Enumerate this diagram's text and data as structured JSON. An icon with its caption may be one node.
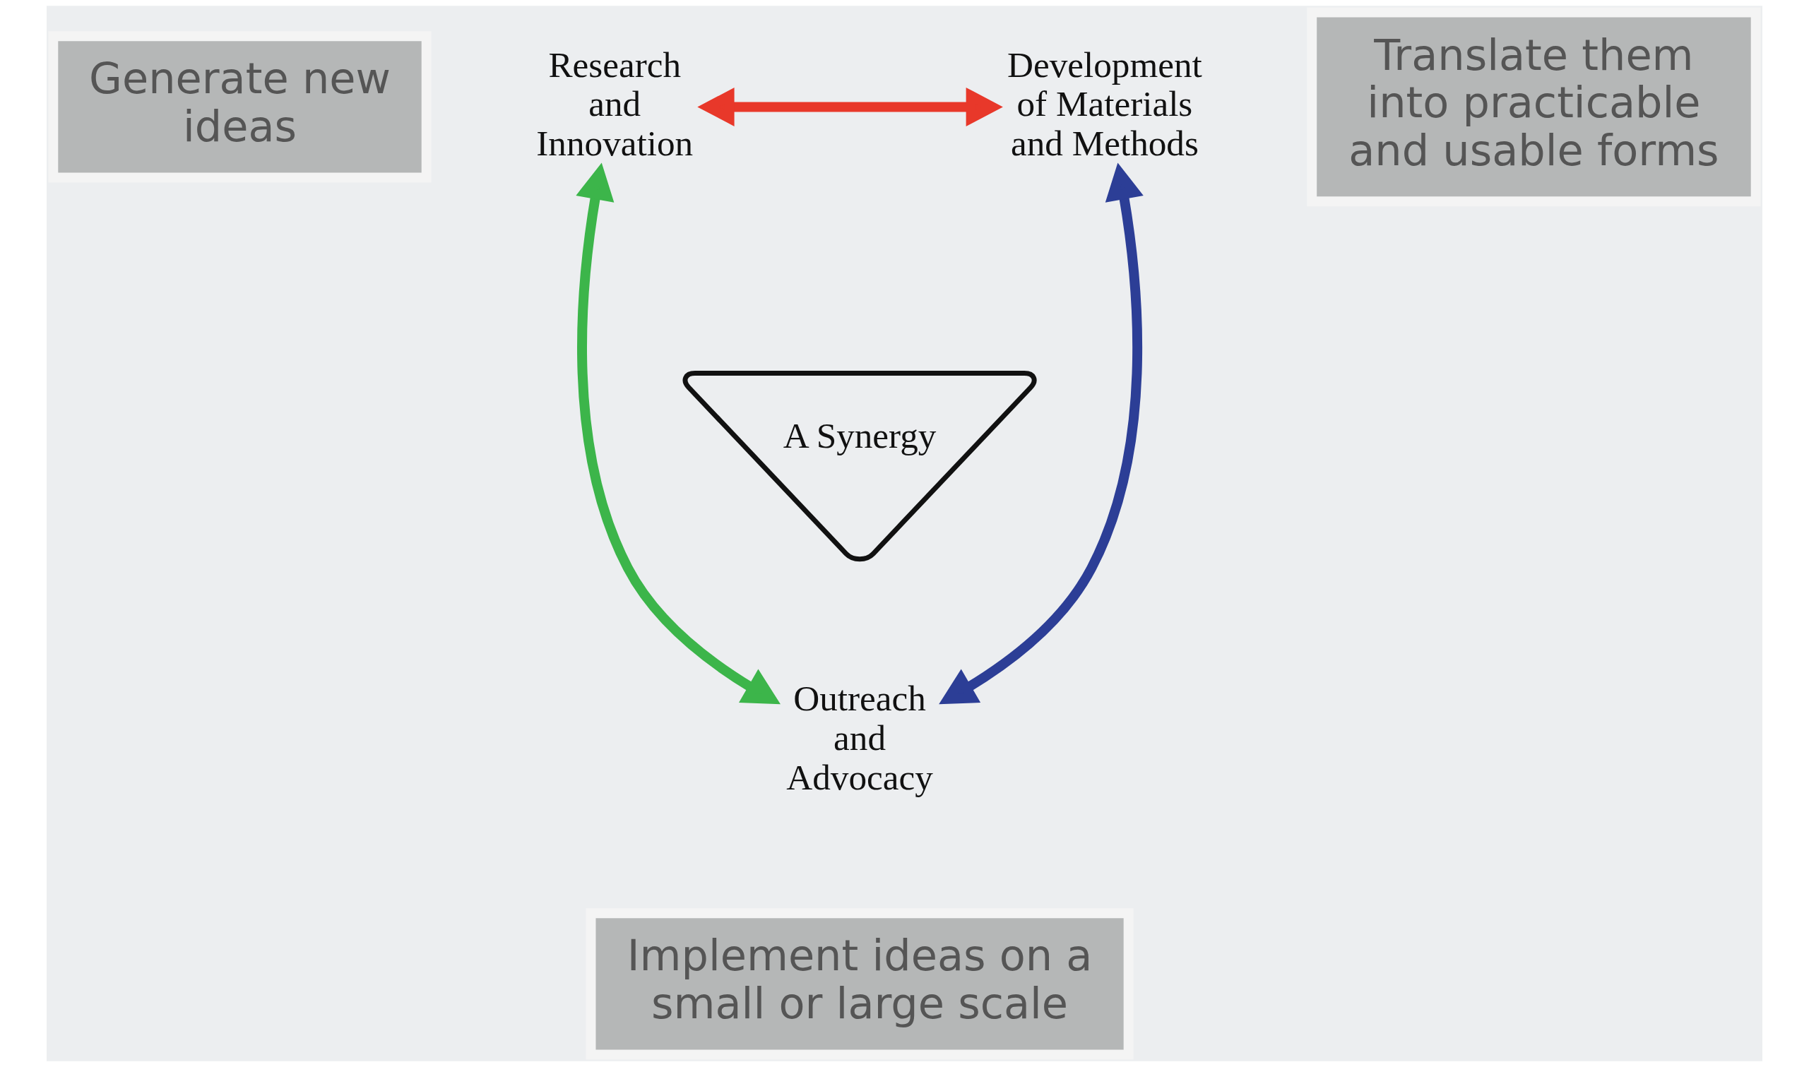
{
  "diagram": {
    "nodes": [
      {
        "text": [
          "Research and Innovation"
        ]
      },
      {
        "text": [
          "Development of Materials and Methods"
        ]
      },
      {
        "text": [
          "Outreach and Advocacy"
        ]
      },
      {
        "text": [
          "A Synergy"
        ]
      },
      {
        "text": [
          "Generate new ideas"
        ]
      },
      {
        "text": [
          "Translate them into practicable and usable forms"
        ]
      },
      {
        "text": [
          "Implement ideas on a small or large scale"
        ]
      }
    ],
    "edges": [
      {
        "from": 0,
        "to": 1,
        "arrow": "both",
        "color": "#e8382a"
      },
      {
        "from": 0,
        "to": 2,
        "arrow": "both",
        "color": "#3cb54a"
      },
      {
        "from": 1,
        "to": 2,
        "arrow": "both",
        "color": "#2c3e96"
      }
    ]
  }
}
